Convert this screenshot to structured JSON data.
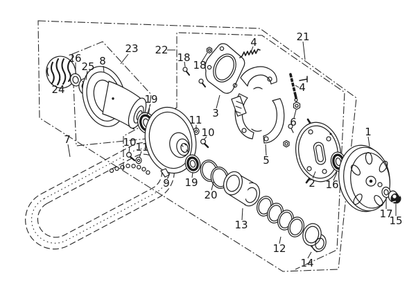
{
  "diagram": {
    "kind": "exploded-parts-diagram",
    "background_color": "#ffffff",
    "line_color": "#1c1c1c"
  },
  "callouts": [
    {
      "text": "23"
    },
    {
      "text": "22"
    },
    {
      "text": "21"
    },
    {
      "text": "26"
    },
    {
      "text": "25"
    },
    {
      "text": "8"
    },
    {
      "text": "24"
    },
    {
      "text": "19"
    },
    {
      "text": "11"
    },
    {
      "text": "10"
    },
    {
      "text": "10"
    },
    {
      "text": "11"
    },
    {
      "text": "7"
    },
    {
      "text": "9"
    },
    {
      "text": "19"
    },
    {
      "text": "20"
    },
    {
      "text": "13"
    },
    {
      "text": "12"
    },
    {
      "text": "14"
    },
    {
      "text": "18"
    },
    {
      "text": "18"
    },
    {
      "text": "3"
    },
    {
      "text": "4"
    },
    {
      "text": "4"
    },
    {
      "text": "6"
    },
    {
      "text": "5"
    },
    {
      "text": "2"
    },
    {
      "text": "16"
    },
    {
      "text": "1"
    },
    {
      "text": "17"
    },
    {
      "text": "15"
    }
  ]
}
